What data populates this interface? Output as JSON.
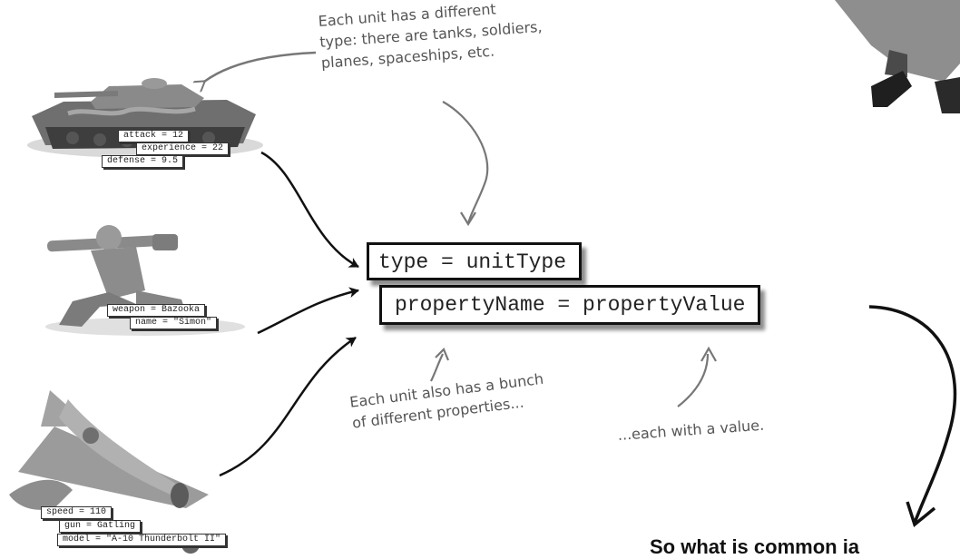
{
  "annotations": {
    "top_note_lines": [
      "Each unit has a different",
      "type: there are tanks, soldiers,",
      "planes, spaceships, etc."
    ],
    "props_note_lines": [
      "Each unit also has a bunch",
      "of different properties..."
    ],
    "value_note": "...each with a value."
  },
  "tank": {
    "tags": [
      "attack = 12",
      "experience = 22",
      "defense = 9.5"
    ]
  },
  "soldier": {
    "tags": [
      "weapon = Bazooka",
      "name = \"Simon\""
    ]
  },
  "plane": {
    "tags": [
      "speed = 110",
      "gun = Gatling",
      "model = \"A-10 Thunderbolt II\""
    ]
  },
  "code": {
    "type_line": "type = unitType",
    "property_line": "propertyName = propertyValue"
  },
  "bottom_question": "So what is common ia"
}
